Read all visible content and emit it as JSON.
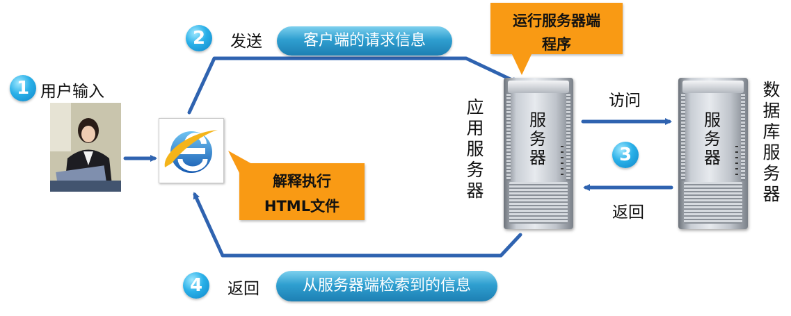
{
  "steps": {
    "step1": {
      "number": "1",
      "label": "用户输入"
    },
    "step2": {
      "number": "2",
      "label": "发送",
      "pill": "客户端的请求信息"
    },
    "step3": {
      "number": "3",
      "label_top": "访问",
      "label_bottom": "返回"
    },
    "step4": {
      "number": "4",
      "label": "返回",
      "pill": "从服务器端检索到的信息"
    }
  },
  "notes": {
    "browser_note_line1": "解释执行",
    "browser_note_line2": "HTML文件",
    "server_note_line1": "运行服务器端",
    "server_note_line2": "程序"
  },
  "app_server": {
    "vertical_label": "应用服务器",
    "box_label": "服务器"
  },
  "db_server": {
    "vertical_label": "数据库服务器",
    "box_label": "服务器"
  },
  "colors": {
    "arrow": "#2f63b0",
    "badge": "#1fa3e0",
    "pill": "#2f9fd0",
    "note": "#f99a14"
  },
  "icons": [
    "user-photo",
    "ie-browser-icon",
    "server-icon"
  ]
}
